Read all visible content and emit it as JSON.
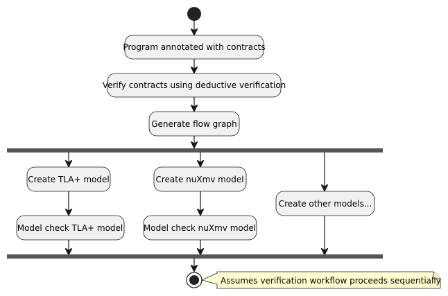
{
  "diagram": {
    "type": "activity",
    "nodes": {
      "program_annotated": "Program annotated with contracts",
      "verify_contracts": "Verify contracts using deductive verification",
      "generate_flow_graph": "Generate flow graph",
      "create_tla": "Create TLA+ model",
      "check_tla": "Model check TLA+ model",
      "create_nuxmv": "Create nuXmv model",
      "check_nuxmv": "Model check nuXmv model",
      "create_other": "Create other models..."
    },
    "note": "Assumes verification workflow proceeds sequentially",
    "edges": [
      [
        "start",
        "program_annotated"
      ],
      [
        "program_annotated",
        "verify_contracts"
      ],
      [
        "verify_contracts",
        "generate_flow_graph"
      ],
      [
        "generate_flow_graph",
        "fork"
      ],
      [
        "fork",
        "create_tla"
      ],
      [
        "fork",
        "create_nuxmv"
      ],
      [
        "fork",
        "create_other"
      ],
      [
        "create_tla",
        "check_tla"
      ],
      [
        "create_nuxmv",
        "check_nuxmv"
      ],
      [
        "check_tla",
        "join"
      ],
      [
        "check_nuxmv",
        "join"
      ],
      [
        "create_other",
        "join"
      ],
      [
        "join",
        "end"
      ]
    ]
  }
}
